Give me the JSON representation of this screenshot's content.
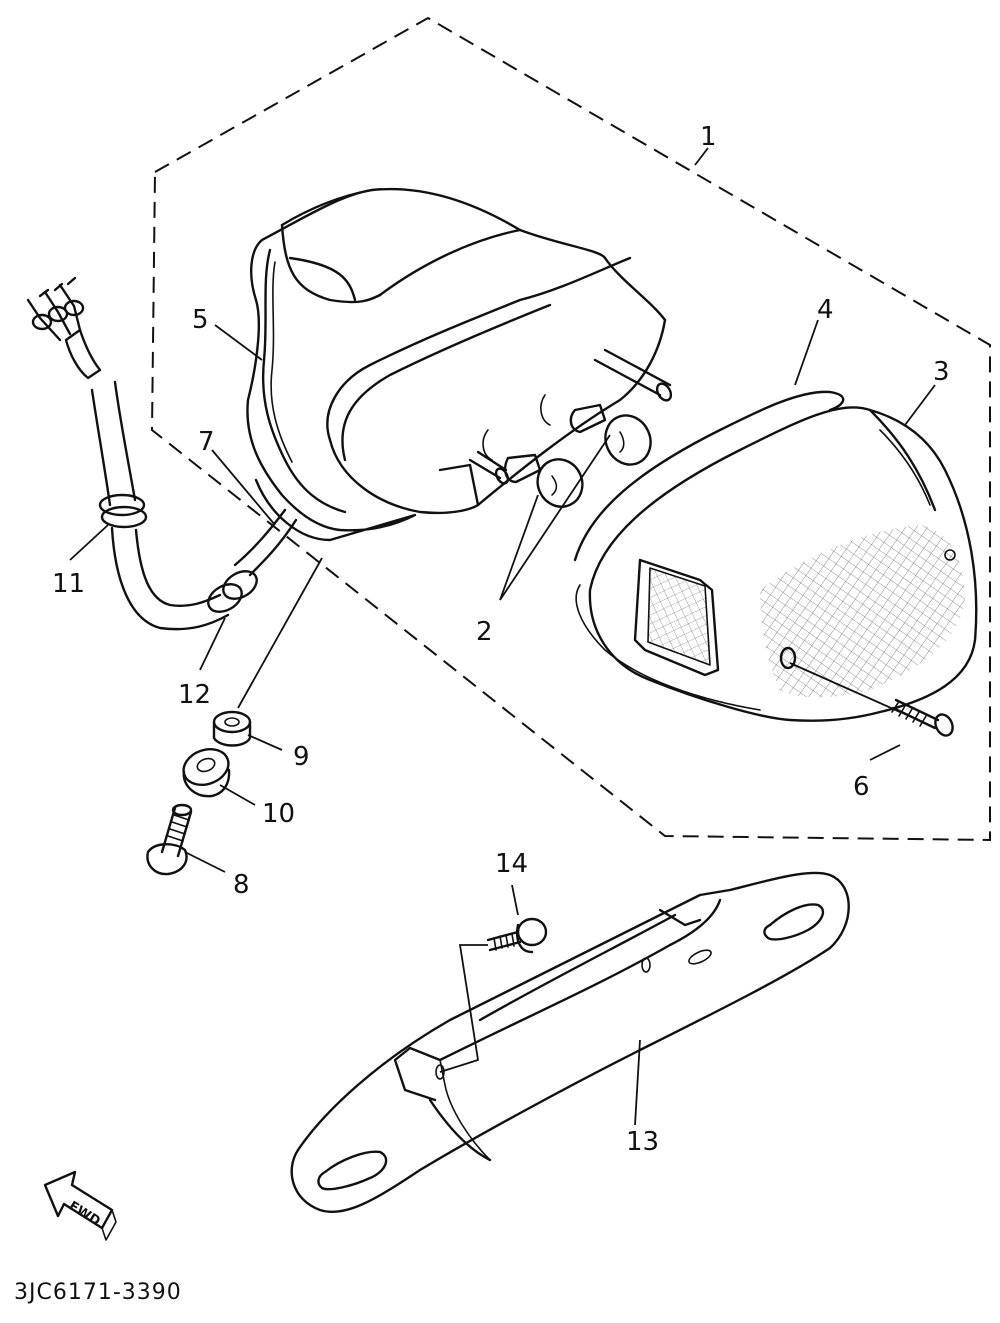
{
  "callouts": {
    "c1": "1",
    "c2": "2",
    "c3": "3",
    "c4": "4",
    "c5": "5",
    "c6": "6",
    "c7": "7",
    "c8": "8",
    "c9": "9",
    "c10": "10",
    "c11": "11",
    "c12": "12",
    "c13": "13",
    "c14": "14"
  },
  "fwd_label": "FWD",
  "diagram_code": "3JC6171-3390"
}
